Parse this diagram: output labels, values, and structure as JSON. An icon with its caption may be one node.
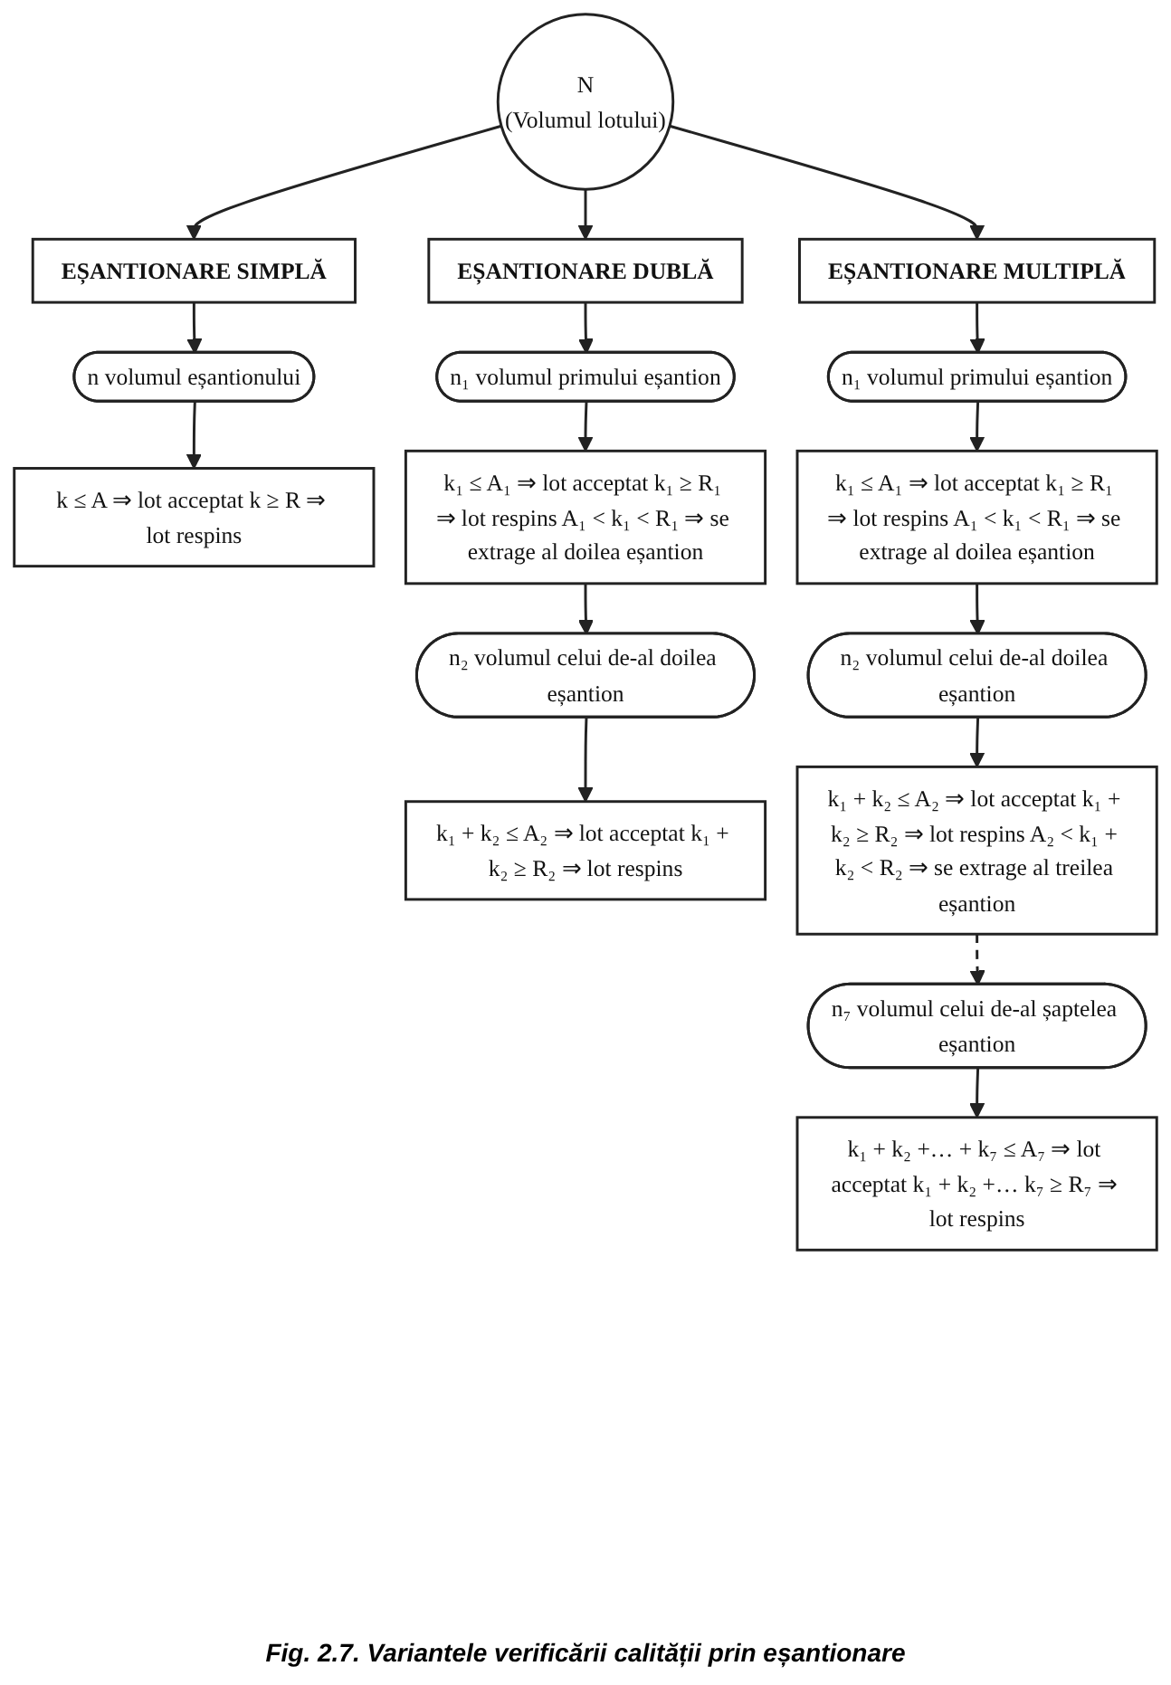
{
  "diagram": {
    "caption": "Fig. 2.7. Variantele verificării calității prin eșantionare",
    "nodes": [
      {
        "text": [
          "N",
          "(Volumul lotului)"
        ]
      },
      {
        "text": [
          "EȘANTIONARE SIMPLĂ"
        ]
      },
      {
        "text": [
          "EȘANTIONARE DUBLĂ"
        ]
      },
      {
        "text": [
          "EȘANTIONARE MULTIPLĂ"
        ]
      },
      {
        "text": [
          "n volumul eșantionului"
        ]
      },
      {
        "text": [
          "k ≤ A ⇒ lot acceptat k ≥ R ⇒ lot respins"
        ]
      },
      {
        "text": [
          "n₁ volumul primului eșantion"
        ]
      },
      {
        "text": [
          "k₁ ≤ A₁ ⇒ lot acceptat k₁ ≥ R₁ ⇒ lot respins A₁ < k₁ < R₁ ⇒ se extrage al doilea eșantion"
        ]
      },
      {
        "text": [
          "n₂ volumul celui de-al doilea eșantion"
        ]
      },
      {
        "text": [
          "k₁ + k₂ ≤ A₂ ⇒ lot acceptat k₁ + k₂ ≥ R₂ ⇒ lot respins"
        ]
      },
      {
        "text": [
          "n₁ volumul primului eșantion"
        ]
      },
      {
        "text": [
          "k₁ ≤ A₁ ⇒ lot acceptat k₁ ≥ R₁ ⇒ lot respins A₁ < k₁ < R₁ ⇒ se extrage al doilea eșantion"
        ]
      },
      {
        "text": [
          "n₂ volumul celui de-al doilea eșantion"
        ]
      },
      {
        "text": [
          "k₁ + k₂ ≤ A₂ ⇒ lot acceptat k₁ + k₂ ≥ R₂ ⇒ lot respins A₂ < k₁ + k₂ < R₂ ⇒ se extrage al treilea eșantion"
        ]
      },
      {
        "text": [
          "n₇ volumul celui de-al șaptelea eșantion"
        ]
      },
      {
        "text": [
          "k₁ + k₂ +… + k₇ ≤ A₇ ⇒ lot acceptat k₁ + k₂ +… k₇ ≥ R₇ ⇒ lot respins"
        ]
      }
    ],
    "edges": [
      {
        "from": 0,
        "to": 1,
        "arrow": "to"
      },
      {
        "from": 0,
        "to": 2,
        "arrow": "to"
      },
      {
        "from": 0,
        "to": 3,
        "arrow": "to"
      },
      {
        "from": 1,
        "to": 4,
        "arrow": "to"
      },
      {
        "from": 4,
        "to": 5,
        "arrow": "to"
      },
      {
        "from": 2,
        "to": 6,
        "arrow": "to"
      },
      {
        "from": 6,
        "to": 7,
        "arrow": "to"
      },
      {
        "from": 7,
        "to": 8,
        "arrow": "to"
      },
      {
        "from": 8,
        "to": 9,
        "arrow": "to"
      },
      {
        "from": 3,
        "to": 10,
        "arrow": "to"
      },
      {
        "from": 10,
        "to": 11,
        "arrow": "to"
      },
      {
        "from": 11,
        "to": 12,
        "arrow": "to"
      },
      {
        "from": 12,
        "to": 13,
        "arrow": "to"
      },
      {
        "from": 13,
        "to": 14,
        "arrow": "to",
        "style": "dashed"
      },
      {
        "from": 14,
        "to": 15,
        "arrow": "to"
      }
    ]
  }
}
